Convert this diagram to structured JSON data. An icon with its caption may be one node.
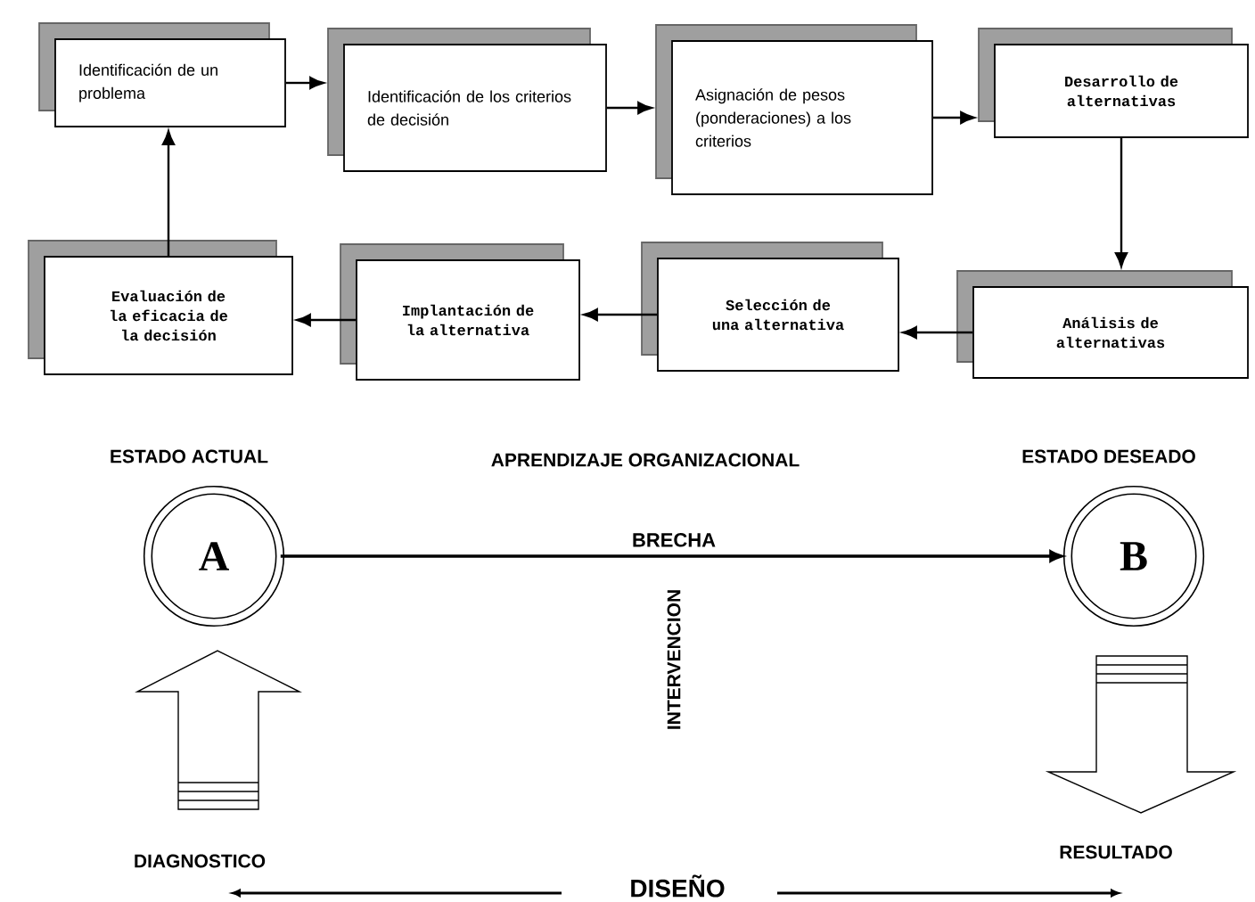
{
  "diagram": {
    "nodes": [
      {
        "text": [
          "Identificación de un problema"
        ]
      },
      {
        "text": [
          "Identificación de los criterios de decisión"
        ]
      },
      {
        "text": [
          "Asignación de pesos (ponderaciones) a los criterios"
        ]
      },
      {
        "text": [
          "Desarrollo de alternativas"
        ]
      },
      {
        "text": [
          "Evaluación de la eficacia de la decisión"
        ]
      },
      {
        "text": [
          "Implantación de la alternativa"
        ]
      },
      {
        "text": [
          "Selección de una alternativa"
        ]
      },
      {
        "text": [
          "Análisis de alternativas"
        ]
      },
      {
        "text": [
          "A"
        ],
        "beside": [
          "ESTADO ACTUAL"
        ]
      },
      {
        "text": [
          "B"
        ],
        "beside": [
          "ESTADO DESEADO"
        ]
      }
    ],
    "edges": [
      {
        "from": 0,
        "to": 1,
        "arrow": "to"
      },
      {
        "from": 1,
        "to": 2,
        "arrow": "to"
      },
      {
        "from": 2,
        "to": 3,
        "arrow": "to"
      },
      {
        "from": 3,
        "to": 7,
        "arrow": "to"
      },
      {
        "from": 7,
        "to": 6,
        "arrow": "to"
      },
      {
        "from": 6,
        "to": 5,
        "arrow": "to"
      },
      {
        "from": 5,
        "to": 4,
        "arrow": "to"
      },
      {
        "from": 4,
        "to": 0,
        "arrow": "to"
      },
      {
        "from": 8,
        "to": 9,
        "arrow": "to",
        "label": "BRECHA"
      }
    ],
    "labels": [
      "APRENDIZAJE ORGANIZACIONAL",
      "INTERVENCION",
      "DIAGNOSTICO",
      "RESULTADO",
      "DISEÑO"
    ]
  }
}
